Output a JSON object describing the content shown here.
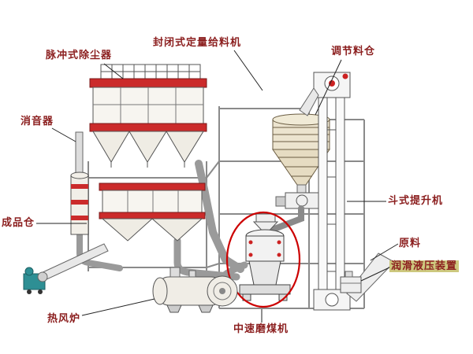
{
  "page": {
    "background": "#ffffff"
  },
  "diagram": {
    "type": "equipment-diagram",
    "subject": "medium-speed-coal-mill-grinding-plant",
    "labels": {
      "pulse_dust_collector": "脉冲式除尘器",
      "sealed_quantitative_feeder": "封闭式定量给料机",
      "adjusting_bin": "调节料仓",
      "muffler": "消音器",
      "finished_product_silo": "成品仓",
      "hot_air_furnace": "热风炉",
      "medium_speed_coal_mill": "中速磨煤机",
      "bucket_elevator": "斗式提升机",
      "raw_material": "原料",
      "lubrication_hydraulic_unit": "润滑液压装置"
    },
    "colors": {
      "label_text": "#8b1e1e",
      "band_red": "#cb2b2b",
      "highlight_circle_red": "#cc0000",
      "motor_teal": "#2e8f94",
      "bin_tan": "#ece4cf",
      "lubrication_label_highlight": "#cdc87e",
      "frame_gray": "#8a8a8a"
    }
  }
}
